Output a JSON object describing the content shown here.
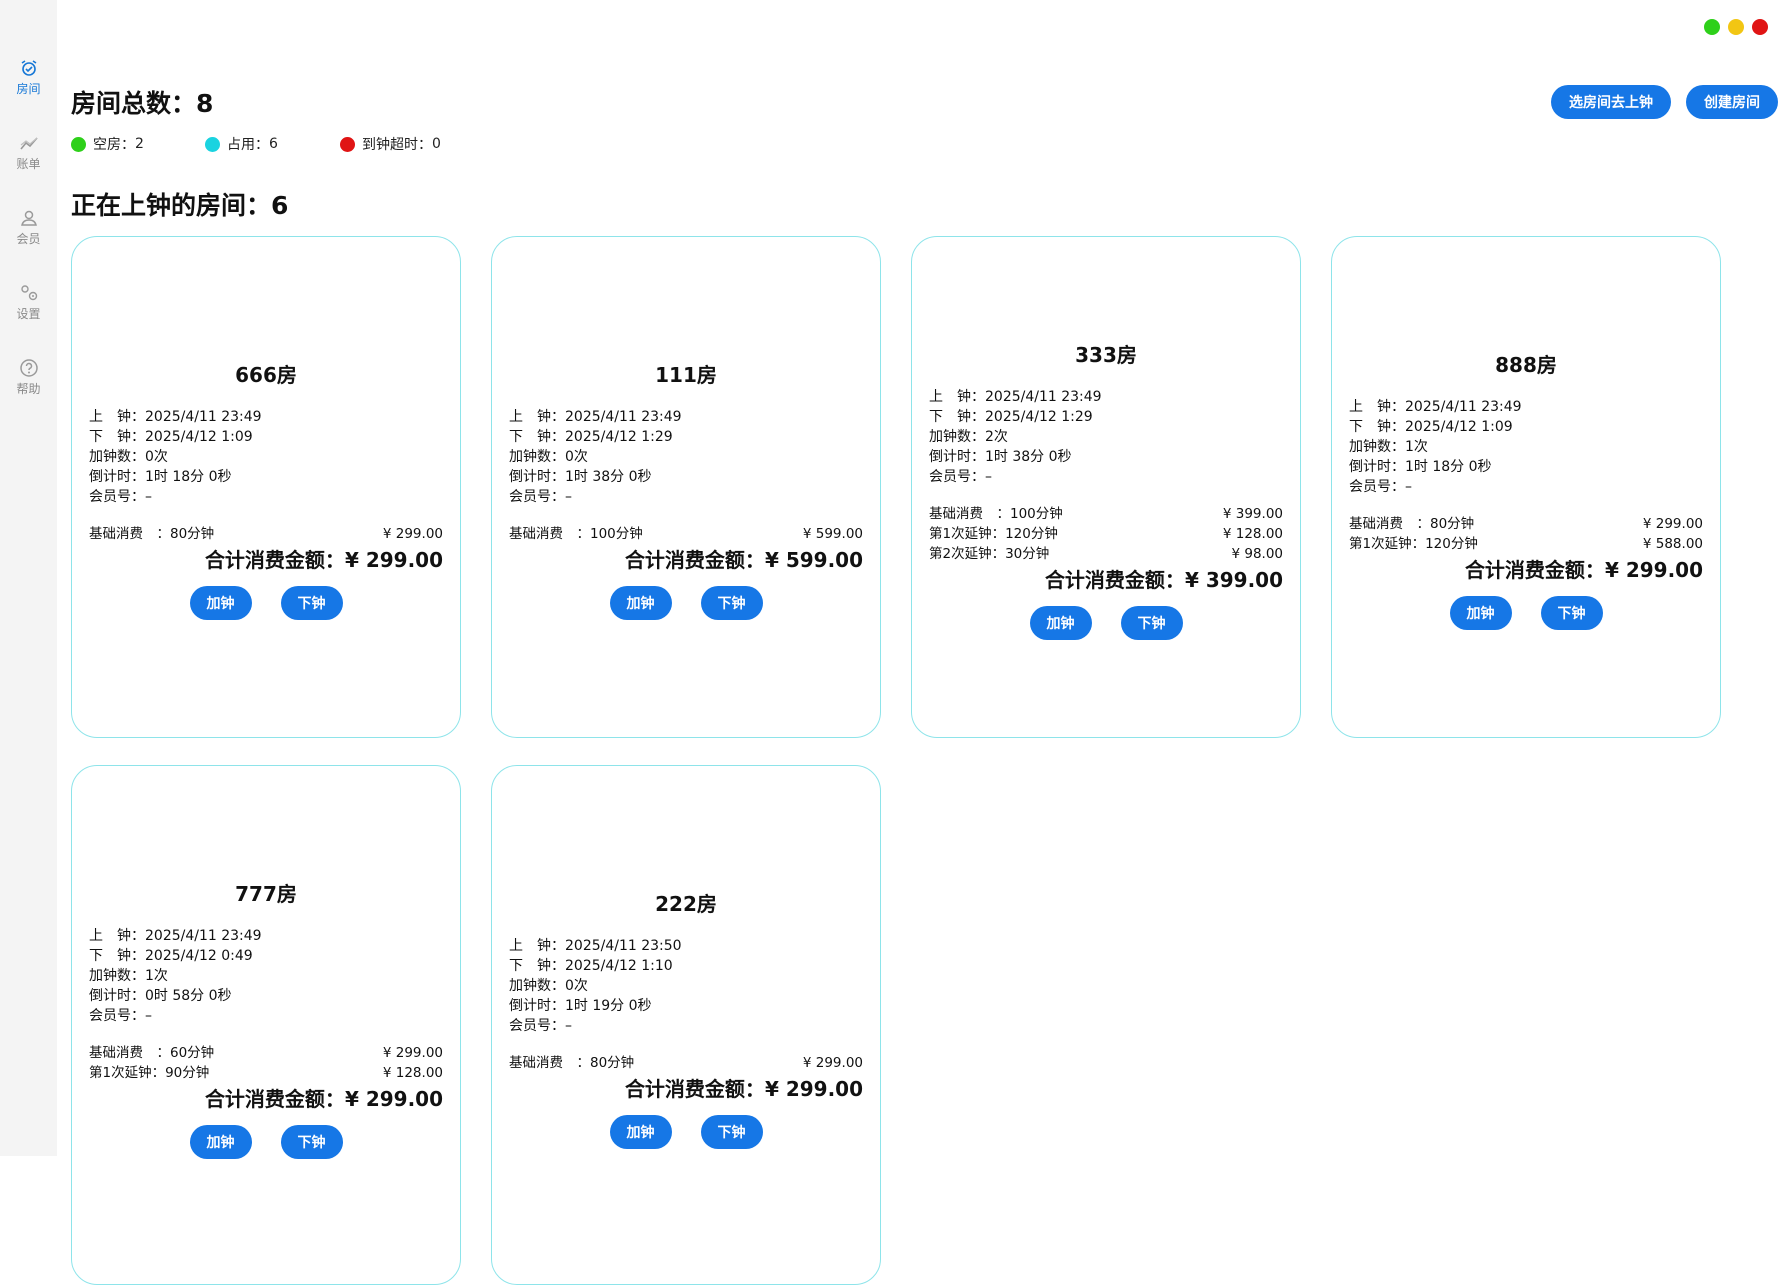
{
  "colors": {
    "accent": "#1677e6",
    "free": "#2ed01a",
    "occupied": "#1ad3e0",
    "overtime": "#e01414",
    "card_border": "#8ee4ea"
  },
  "sidebar": {
    "items": [
      {
        "label": "房间",
        "icon": "alarm-clock-icon",
        "active": true
      },
      {
        "label": "账单",
        "icon": "trend-chart-icon",
        "active": false
      },
      {
        "label": "会员",
        "icon": "user-icon",
        "active": false
      },
      {
        "label": "设置",
        "icon": "gears-icon",
        "active": false
      },
      {
        "label": "帮助",
        "icon": "question-circle-icon",
        "active": false
      }
    ]
  },
  "header": {
    "total_label": "房间总数：8",
    "legend": [
      {
        "label": "空房：",
        "value": "2"
      },
      {
        "label": "占用：",
        "value": "6"
      },
      {
        "label": "到钟超时：",
        "value": "0"
      }
    ],
    "select_room_button": "选房间去上钟",
    "create_room_button": "创建房间"
  },
  "active_section": {
    "title": "正在上钟的房间：6"
  },
  "labels": {
    "start": "上　钟：",
    "end": "下　钟：",
    "extend_count": "加钟数：",
    "countdown": "倒计时：",
    "member": "会员号：",
    "total": "合计消费金额：",
    "add_button": "加钟",
    "end_button": "下钟"
  },
  "rooms": [
    {
      "name": "666房",
      "start": "2025/4/11 23:49",
      "end": "2025/4/12 1:09",
      "extend_count": "0次",
      "countdown": "1时 18分 0秒",
      "member": "–",
      "fees": [
        {
          "label": "基础消费　：80分钟",
          "amount": "¥ 299.00"
        }
      ],
      "total": "¥ 299.00"
    },
    {
      "name": "111房",
      "start": "2025/4/11 23:49",
      "end": "2025/4/12 1:29",
      "extend_count": "0次",
      "countdown": "1时 38分 0秒",
      "member": "–",
      "fees": [
        {
          "label": "基础消费　：100分钟",
          "amount": "¥ 599.00"
        }
      ],
      "total": "¥ 599.00"
    },
    {
      "name": "333房",
      "start": "2025/4/11 23:49",
      "end": "2025/4/12 1:29",
      "extend_count": "2次",
      "countdown": "1时 38分 0秒",
      "member": "–",
      "fees": [
        {
          "label": "基础消费　：100分钟",
          "amount": "¥ 399.00"
        },
        {
          "label": "第1次延钟：120分钟",
          "amount": "¥ 128.00"
        },
        {
          "label": "第2次延钟：30分钟",
          "amount": "¥ 98.00"
        }
      ],
      "total": "¥ 399.00"
    },
    {
      "name": "888房",
      "start": "2025/4/11 23:49",
      "end": "2025/4/12 1:09",
      "extend_count": "1次",
      "countdown": "1时 18分 0秒",
      "member": "–",
      "fees": [
        {
          "label": "基础消费　：80分钟",
          "amount": "¥ 299.00"
        },
        {
          "label": "第1次延钟：120分钟",
          "amount": "¥ 588.00"
        }
      ],
      "total": "¥ 299.00"
    },
    {
      "name": "777房",
      "start": "2025/4/11 23:49",
      "end": "2025/4/12 0:49",
      "extend_count": "1次",
      "countdown": "0时 58分 0秒",
      "member": "–",
      "fees": [
        {
          "label": "基础消费　：60分钟",
          "amount": "¥ 299.00"
        },
        {
          "label": "第1次延钟：90分钟",
          "amount": "¥ 128.00"
        }
      ],
      "total": "¥ 299.00"
    },
    {
      "name": "222房",
      "start": "2025/4/11 23:50",
      "end": "2025/4/12 1:10",
      "extend_count": "0次",
      "countdown": "1时 19分 0秒",
      "member": "–",
      "fees": [
        {
          "label": "基础消费　：80分钟",
          "amount": "¥ 299.00"
        }
      ],
      "total": "¥ 299.00"
    }
  ]
}
